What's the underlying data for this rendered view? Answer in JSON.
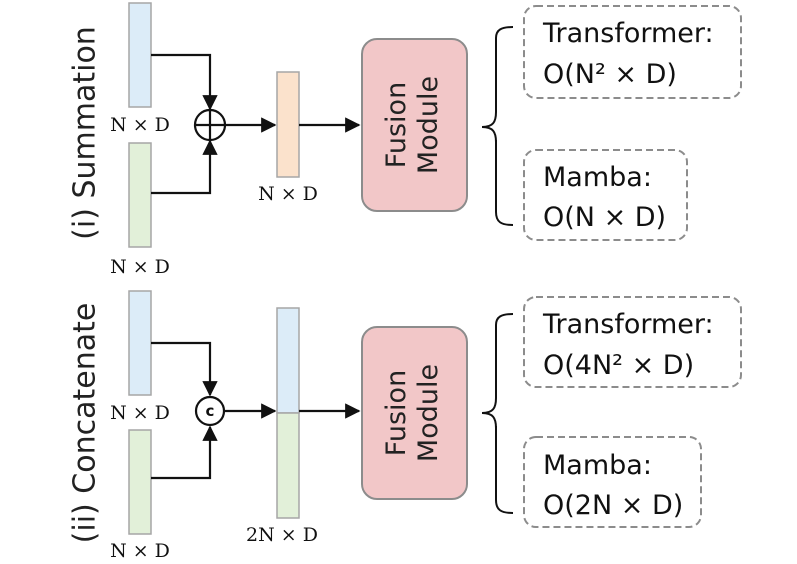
{
  "sections": [
    {
      "label": "(i) Summation",
      "input_top_dim": "N × D",
      "input_bottom_dim": "N × D",
      "operator": "⊕",
      "merged_dim": "N × D",
      "fusion": {
        "line1": "Fusion",
        "line2": "Module"
      },
      "complexity": {
        "transformer": {
          "title": "Transformer:",
          "expr": "O(N² × D)"
        },
        "mamba": {
          "title": "Mamba:",
          "expr": "O(N × D)"
        }
      }
    },
    {
      "label": "(ii) Concatenate",
      "input_top_dim": "N × D",
      "input_bottom_dim": "N × D",
      "operator": "c",
      "merged_dim": "2N × D",
      "fusion": {
        "line1": "Fusion",
        "line2": "Module"
      },
      "complexity": {
        "transformer": {
          "title": "Transformer:",
          "expr": "O(4N² × D)"
        },
        "mamba": {
          "title": "Mamba:",
          "expr": "O(2N × D)"
        }
      }
    }
  ],
  "colors": {
    "blue_token": "#dcecf8",
    "green_token": "#e2f0d9",
    "orange_token": "#fbe2cc",
    "fusion_fill": "#f2c7c8",
    "token_stroke": "#a6a6a6",
    "dashed_stroke": "#8c8c8c"
  }
}
